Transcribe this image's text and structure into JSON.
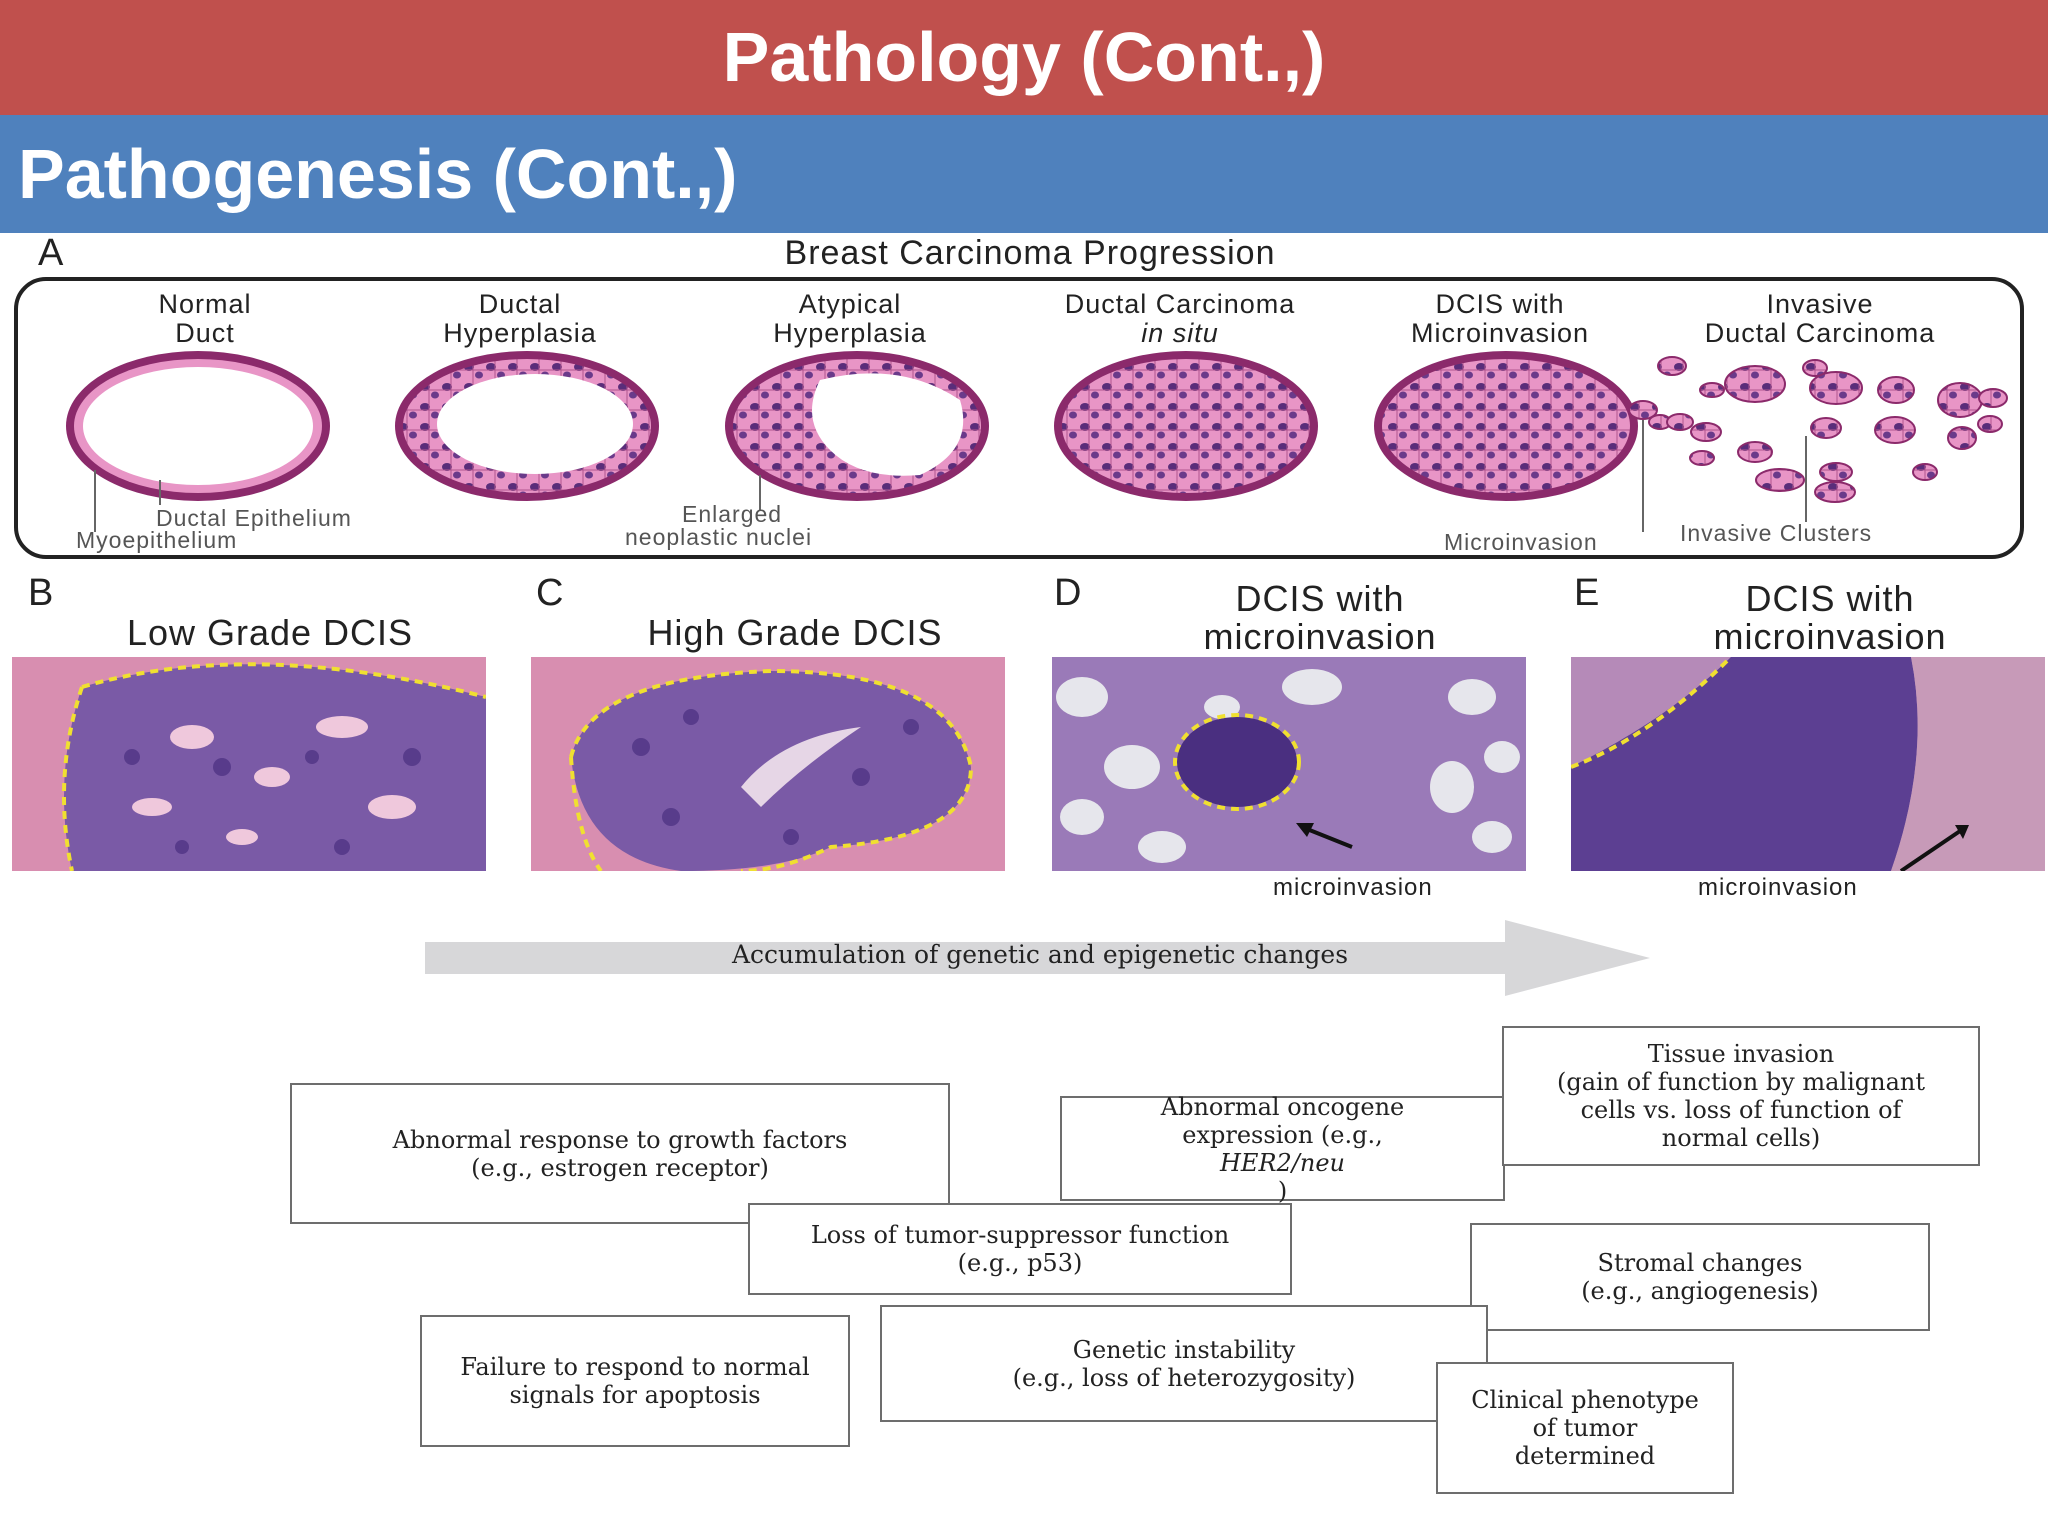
{
  "header": {
    "title": "Pathology (Cont.,)",
    "subtitle": "Pathogenesis (Cont.,)"
  },
  "figure_a": {
    "letter": "A",
    "title": "Breast Carcinoma Progression",
    "stages": [
      {
        "line1": "Normal",
        "line2": "Duct"
      },
      {
        "line1": "Ductal",
        "line2": "Hyperplasia"
      },
      {
        "line1": "Atypical",
        "line2": "Hyperplasia"
      },
      {
        "line1": "Ductal Carcinoma",
        "line2": "in situ"
      },
      {
        "line1": "DCIS with",
        "line2": "Microinvasion"
      },
      {
        "line1": "Invasive",
        "line2": "Ductal Carcinoma"
      }
    ],
    "notes": {
      "ductal_epithelium": "Ductal Epithelium",
      "myoepithelium": "Myoepithelium",
      "enlarged": "Enlarged",
      "neoplastic_nuclei": "neoplastic nuclei",
      "microinvasion": "Microinvasion",
      "invasive_clusters": "Invasive Clusters"
    }
  },
  "panels": [
    {
      "letter": "B",
      "title_line1": "Low Grade DCIS",
      "title_line2": ""
    },
    {
      "letter": "C",
      "title_line1": "High Grade DCIS",
      "title_line2": ""
    },
    {
      "letter": "D",
      "title_line1": "DCIS with",
      "title_line2": "microinvasion",
      "caption": "microinvasion"
    },
    {
      "letter": "E",
      "title_line1": "DCIS with",
      "title_line2": "microinvasion",
      "caption": "microinvasion"
    }
  ],
  "arrow_label": "Accumulation of genetic and epigenetic changes",
  "boxes": {
    "growth": {
      "line1": "Abnormal response to growth factors",
      "line2": "(e.g., estrogen receptor)"
    },
    "oncogene": {
      "line1": "Abnormal oncogene",
      "line2": "expression (e.g., ",
      "line2_italic": "HER2/neu",
      "line2_end": ")"
    },
    "invasion": {
      "line1": "Tissue invasion",
      "line2": "(gain of function by malignant",
      "line3": "cells vs. loss of function of",
      "line4": "normal cells)"
    },
    "suppressor": {
      "line1": "Loss of tumor-suppressor function",
      "line2": "(e.g., p53)"
    },
    "stromal": {
      "line1": "Stromal changes",
      "line2": "(e.g., angiogenesis)"
    },
    "apoptosis": {
      "line1": "Failure to respond to normal",
      "line2": "signals for apoptosis"
    },
    "instability": {
      "line1": "Genetic instability",
      "line2": "(e.g., loss of heterozygosity)"
    },
    "phenotype": {
      "line1": "Clinical phenotype",
      "line2": "of tumor",
      "line3": "determined"
    }
  },
  "colors": {
    "title_bar": "#c0504d",
    "subtitle_bar": "#4f81bd",
    "duct_wall": "#8b2a6b",
    "cell_fill": "#e895c6",
    "nucleus": "#5a2d7a",
    "tissue_pink": "#c98ab0",
    "tissue_purple": "#6b4e9a",
    "dashed_outline": "#f0e030"
  }
}
